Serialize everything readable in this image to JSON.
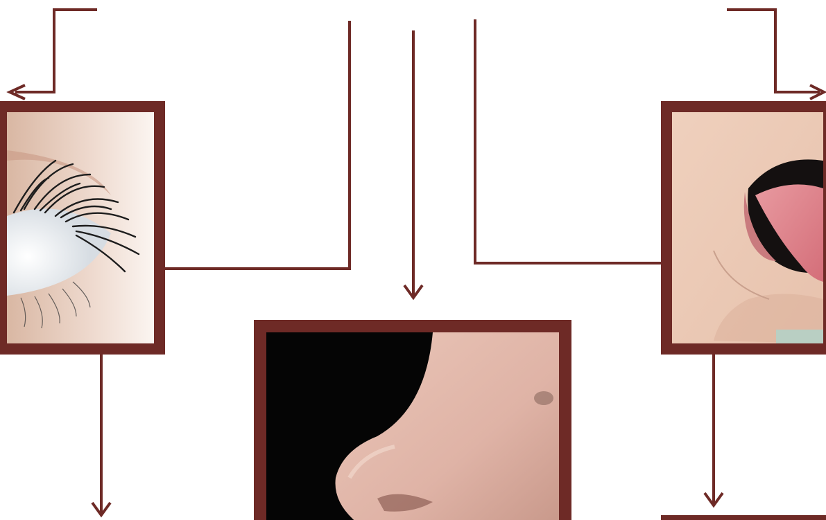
{
  "title": "",
  "colors": {
    "frame": "#6e2a26",
    "connector": "#6e2a26",
    "background": "#ffffff",
    "title_text": "#111111"
  },
  "diagram": {
    "nodes": [
      {
        "id": "eye",
        "image": "eye-photo"
      },
      {
        "id": "nose",
        "image": "nose-photo"
      },
      {
        "id": "mouth",
        "image": "mouth-photo"
      }
    ],
    "edges": [
      {
        "from": "title",
        "to": "eye"
      },
      {
        "from": "title",
        "to": "nose"
      },
      {
        "from": "title",
        "to": "mouth"
      },
      {
        "from": "eye",
        "to": "below-left"
      },
      {
        "from": "mouth",
        "to": "below-right"
      }
    ]
  }
}
